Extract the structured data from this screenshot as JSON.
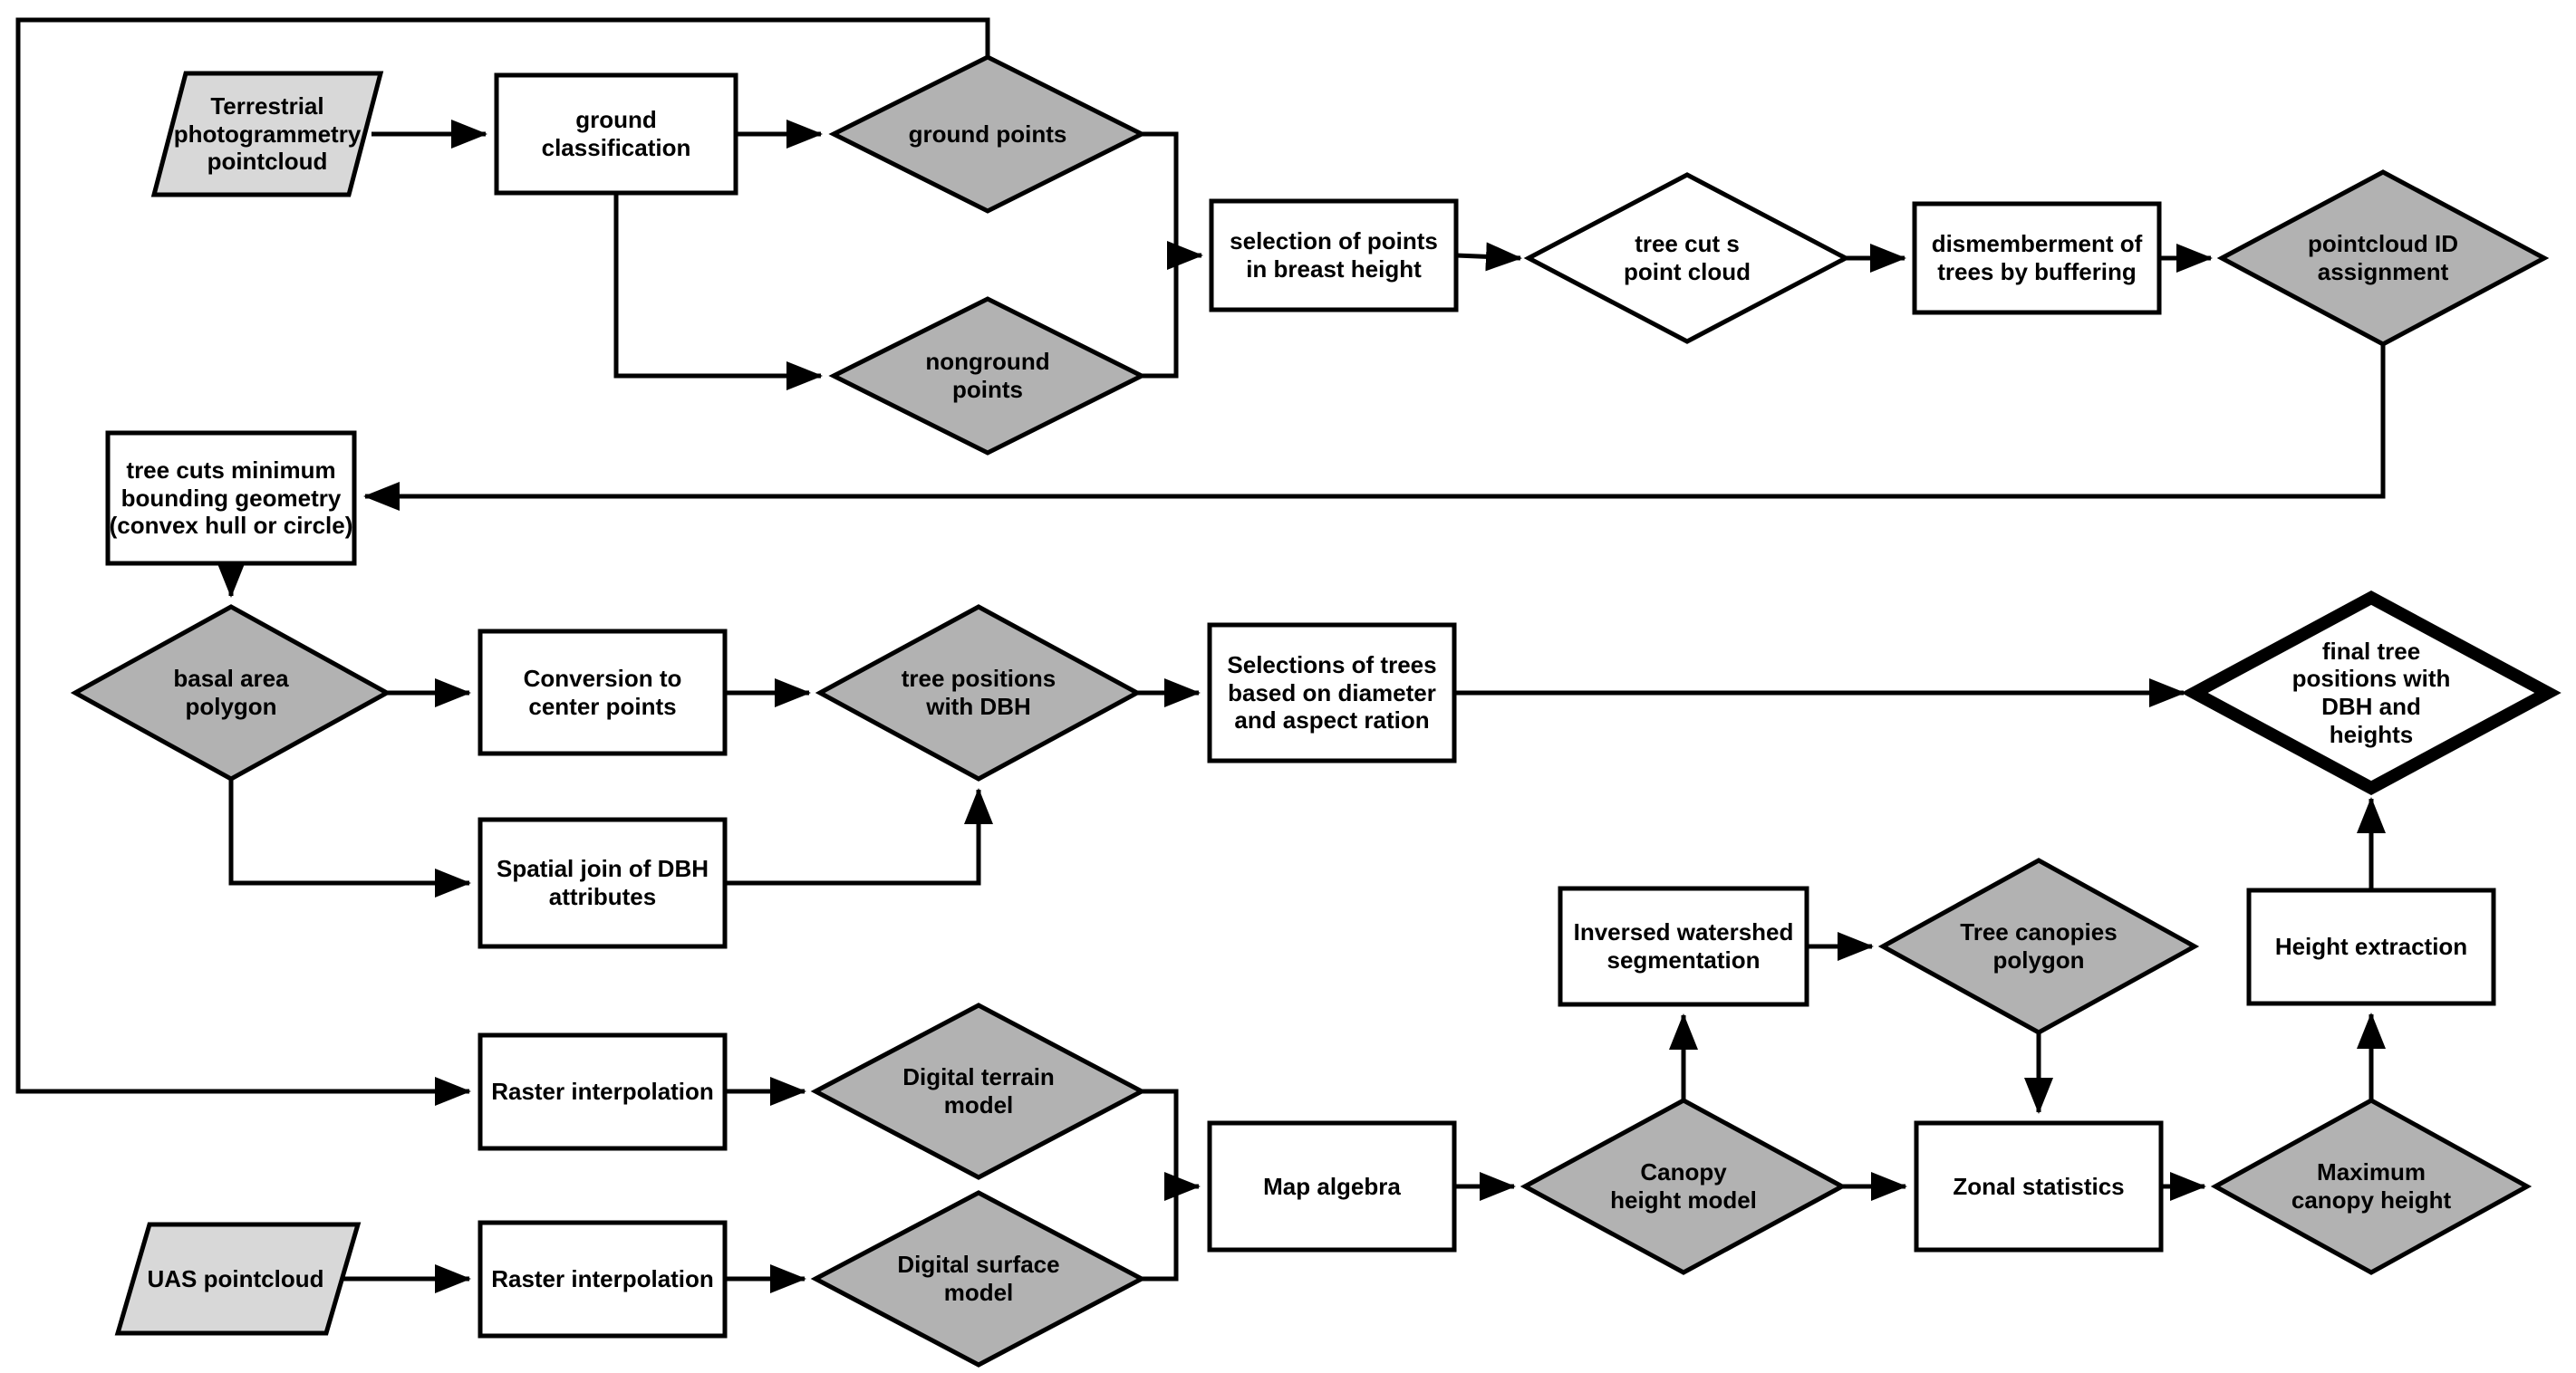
{
  "diagram": {
    "type": "flowchart",
    "background": "#ffffff",
    "colors": {
      "process_fill": "#ffffff",
      "data_diamond_fill": "#b2b2b2",
      "input_parallelogram_fill": "#d8d8d8",
      "line": "#000000",
      "text": "#000000"
    },
    "nodes": {
      "terrestrial_pointcloud": {
        "label": "Terrestrial photogrammetry pointcloud",
        "shape": "parallelogram",
        "fill": "#d8d8d8"
      },
      "ground_classification": {
        "label": "ground classification",
        "shape": "rect",
        "fill": "#ffffff"
      },
      "ground_points": {
        "label": "ground points",
        "shape": "diamond",
        "fill": "#b2b2b2"
      },
      "nonground_points": {
        "label": "nonground points",
        "shape": "diamond",
        "fill": "#b2b2b2"
      },
      "selection_breast_height": {
        "label": "selection of points in breast height",
        "shape": "rect",
        "fill": "#ffffff"
      },
      "tree_cuts_point_cloud": {
        "label": "tree cut s point cloud",
        "shape": "diamond",
        "fill": "#ffffff"
      },
      "dismemberment": {
        "label": "dismemberment of trees by buffering",
        "shape": "rect",
        "fill": "#ffffff"
      },
      "pointcloud_id": {
        "label": "pointcloud ID assignment",
        "shape": "diamond",
        "fill": "#b2b2b2"
      },
      "tree_cuts_min_bounding": {
        "label": "tree cuts minimum bounding geometry (convex hull or circle)",
        "shape": "rect",
        "fill": "#ffffff"
      },
      "basal_area_polygon": {
        "label": "basal area polygon",
        "shape": "diamond",
        "fill": "#b2b2b2"
      },
      "conversion_center_points": {
        "label": "Conversion to center points",
        "shape": "rect",
        "fill": "#ffffff"
      },
      "tree_positions_dbh": {
        "label": "tree positions with DBH",
        "shape": "diamond",
        "fill": "#b2b2b2"
      },
      "selections_of_trees": {
        "label": "Selections of trees based on diameter and aspect ration",
        "shape": "rect",
        "fill": "#ffffff"
      },
      "final_tree_positions": {
        "label": "final tree positions with DBH and heights",
        "shape": "diamond-bold",
        "fill": "#ffffff"
      },
      "spatial_join": {
        "label": "Spatial join of DBH attributes",
        "shape": "rect",
        "fill": "#ffffff"
      },
      "inversed_watershed": {
        "label": "Inversed watershed segmentation",
        "shape": "rect",
        "fill": "#ffffff"
      },
      "tree_canopies": {
        "label": "Tree canopies polygon",
        "shape": "diamond",
        "fill": "#b2b2b2"
      },
      "height_extraction": {
        "label": "Height extraction",
        "shape": "rect",
        "fill": "#ffffff"
      },
      "raster_interpolation_1": {
        "label": "Raster interpolation",
        "shape": "rect",
        "fill": "#ffffff"
      },
      "digital_terrain": {
        "label": "Digital terrain model",
        "shape": "diamond",
        "fill": "#b2b2b2"
      },
      "map_algebra": {
        "label": "Map algebra",
        "shape": "rect",
        "fill": "#ffffff"
      },
      "canopy_height_model": {
        "label": "Canopy height model",
        "shape": "diamond",
        "fill": "#b2b2b2"
      },
      "zonal_statistics": {
        "label": "Zonal statistics",
        "shape": "rect",
        "fill": "#ffffff"
      },
      "maximum_canopy_height": {
        "label": "Maximum canopy height",
        "shape": "diamond",
        "fill": "#b2b2b2"
      },
      "uas_pointcloud": {
        "label": "UAS pointcloud",
        "shape": "parallelogram",
        "fill": "#d8d8d8"
      },
      "raster_interpolation_2": {
        "label": "Raster interpolation",
        "shape": "rect",
        "fill": "#ffffff"
      },
      "digital_surface": {
        "label": "Digital surface model",
        "shape": "diamond",
        "fill": "#b2b2b2"
      }
    },
    "edges": [
      {
        "from": "terrestrial_pointcloud",
        "to": "ground_classification"
      },
      {
        "from": "ground_classification",
        "to": "ground_points"
      },
      {
        "from": "ground_classification",
        "to": "nonground_points"
      },
      {
        "from": "ground_points",
        "to": "selection_breast_height"
      },
      {
        "from": "nonground_points",
        "to": "selection_breast_height"
      },
      {
        "from": "selection_breast_height",
        "to": "tree_cuts_point_cloud"
      },
      {
        "from": "tree_cuts_point_cloud",
        "to": "dismemberment"
      },
      {
        "from": "dismemberment",
        "to": "pointcloud_id"
      },
      {
        "from": "pointcloud_id",
        "to": "tree_cuts_min_bounding"
      },
      {
        "from": "ground_points",
        "to": "raster_interpolation_1"
      },
      {
        "from": "tree_cuts_min_bounding",
        "to": "basal_area_polygon"
      },
      {
        "from": "basal_area_polygon",
        "to": "conversion_center_points"
      },
      {
        "from": "basal_area_polygon",
        "to": "spatial_join"
      },
      {
        "from": "conversion_center_points",
        "to": "tree_positions_dbh"
      },
      {
        "from": "spatial_join",
        "to": "tree_positions_dbh"
      },
      {
        "from": "tree_positions_dbh",
        "to": "selections_of_trees"
      },
      {
        "from": "selections_of_trees",
        "to": "final_tree_positions"
      },
      {
        "from": "raster_interpolation_1",
        "to": "digital_terrain"
      },
      {
        "from": "digital_terrain",
        "to": "map_algebra"
      },
      {
        "from": "uas_pointcloud",
        "to": "raster_interpolation_2"
      },
      {
        "from": "raster_interpolation_2",
        "to": "digital_surface"
      },
      {
        "from": "digital_surface",
        "to": "map_algebra"
      },
      {
        "from": "map_algebra",
        "to": "canopy_height_model"
      },
      {
        "from": "canopy_height_model",
        "to": "inversed_watershed"
      },
      {
        "from": "canopy_height_model",
        "to": "zonal_statistics"
      },
      {
        "from": "inversed_watershed",
        "to": "tree_canopies"
      },
      {
        "from": "tree_canopies",
        "to": "zonal_statistics"
      },
      {
        "from": "zonal_statistics",
        "to": "maximum_canopy_height"
      },
      {
        "from": "maximum_canopy_height",
        "to": "height_extraction"
      },
      {
        "from": "height_extraction",
        "to": "final_tree_positions"
      }
    ]
  },
  "nodes": {
    "terrestrial_pointcloud": {
      "label": "Terrestrial photogrammetry pointcloud"
    },
    "ground_classification": {
      "label": "ground classification"
    },
    "ground_points": {
      "label": "ground points"
    },
    "nonground_points": {
      "label": "nonground points"
    },
    "selection_breast_height": {
      "label": "selection of points in breast height"
    },
    "tree_cuts_point_cloud": {
      "label": "tree cut s point cloud"
    },
    "dismemberment": {
      "label": "dismemberment of trees by buffering"
    },
    "pointcloud_id": {
      "label": "pointcloud ID assignment"
    },
    "tree_cuts_min_bounding": {
      "label": "tree cuts minimum bounding geometry (convex hull or circle)"
    },
    "basal_area_polygon": {
      "label": "basal area polygon"
    },
    "conversion_center_points": {
      "label": "Conversion to center points"
    },
    "tree_positions_dbh": {
      "label": "tree positions with DBH"
    },
    "selections_of_trees": {
      "label": "Selections of trees based on diameter and aspect ration"
    },
    "final_tree_positions": {
      "label": "final tree positions with DBH and heights"
    },
    "spatial_join": {
      "label": "Spatial join of DBH attributes"
    },
    "inversed_watershed": {
      "label": "Inversed watershed segmentation"
    },
    "tree_canopies": {
      "label": "Tree canopies polygon"
    },
    "height_extraction": {
      "label": "Height extraction"
    },
    "raster_interpolation_1": {
      "label": "Raster interpolation"
    },
    "digital_terrain": {
      "label": "Digital terrain model"
    },
    "map_algebra": {
      "label": "Map algebra"
    },
    "canopy_height_model": {
      "label": "Canopy height model"
    },
    "zonal_statistics": {
      "label": "Zonal statistics"
    },
    "maximum_canopy_height": {
      "label": "Maximum canopy height"
    },
    "uas_pointcloud": {
      "label": "UAS pointcloud"
    },
    "raster_interpolation_2": {
      "label": "Raster interpolation"
    },
    "digital_surface": {
      "label": "Digital surface model"
    }
  }
}
